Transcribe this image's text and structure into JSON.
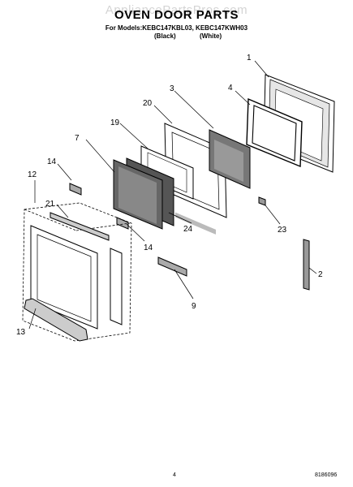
{
  "header": {
    "watermark": "AppliancePartsPros.com",
    "title": "OVEN DOOR PARTS",
    "models_line": "For Models:KEBC147KBL03, KEBC147KWH03",
    "color_black": "(Black)",
    "color_white": "(White)"
  },
  "callouts": {
    "c1": "1",
    "c2": "2",
    "c3": "3",
    "c4": "4",
    "c7": "7",
    "c9": "9",
    "c12": "12",
    "c13": "13",
    "c14a": "14",
    "c14b": "14",
    "c19": "19",
    "c20": "20",
    "c21": "21",
    "c23": "23",
    "c24": "24"
  },
  "footer": {
    "page": "4",
    "doc_number": "8186096"
  }
}
